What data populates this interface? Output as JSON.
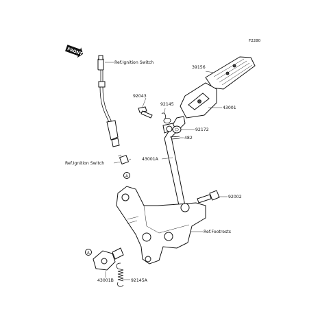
{
  "diagram_code": "F2280",
  "front_badge": "FRONT",
  "labels": {
    "ref_ignition_switch_top": "Ref.Ignition Switch",
    "ref_ignition_switch_left": "Ref.Ignition Switch",
    "ref_footrests": "Ref.Footrests",
    "p39156": "39156",
    "p92043": "92043",
    "p92145": "92145",
    "p43001": "43001",
    "p92172": "92172",
    "p482": "482",
    "p43001A": "43001A",
    "p92002": "92002",
    "p43001B": "43001B",
    "p92145A": "92145A",
    "circle_a_upper": "A",
    "circle_a_lower": "A"
  }
}
